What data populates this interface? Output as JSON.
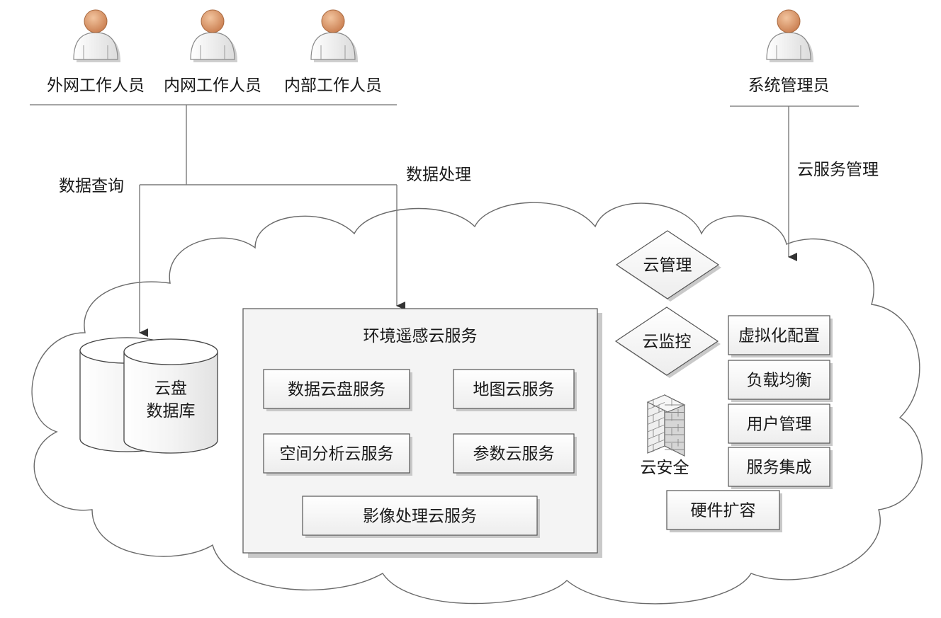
{
  "users": [
    {
      "label": "外网工作人员"
    },
    {
      "label": "内网工作人员"
    },
    {
      "label": "内部工作人员"
    }
  ],
  "admin": {
    "label": "系统管理员"
  },
  "edges": {
    "query": "数据查询",
    "process": "数据处理",
    "cloud_manage": "云服务管理"
  },
  "database": {
    "line1": "云盘",
    "line2": "数据库"
  },
  "service_panel": {
    "title": "环境遥感云服务",
    "items": [
      "数据云盘服务",
      "地图云服务",
      "空间分析云服务",
      "参数云服务",
      "影像处理云服务"
    ]
  },
  "management": {
    "diamonds": [
      "云管理",
      "云监控"
    ],
    "security": "云安全",
    "boxes": [
      "虚拟化配置",
      "负载均衡",
      "用户管理",
      "服务集成"
    ],
    "expand": "硬件扩容"
  },
  "colors": {
    "shadow": "#c9c9c9",
    "box_fill": "#f7f7f7",
    "box_stroke": "#555555",
    "head": "#d3956a",
    "body": "#f2f2f2"
  }
}
